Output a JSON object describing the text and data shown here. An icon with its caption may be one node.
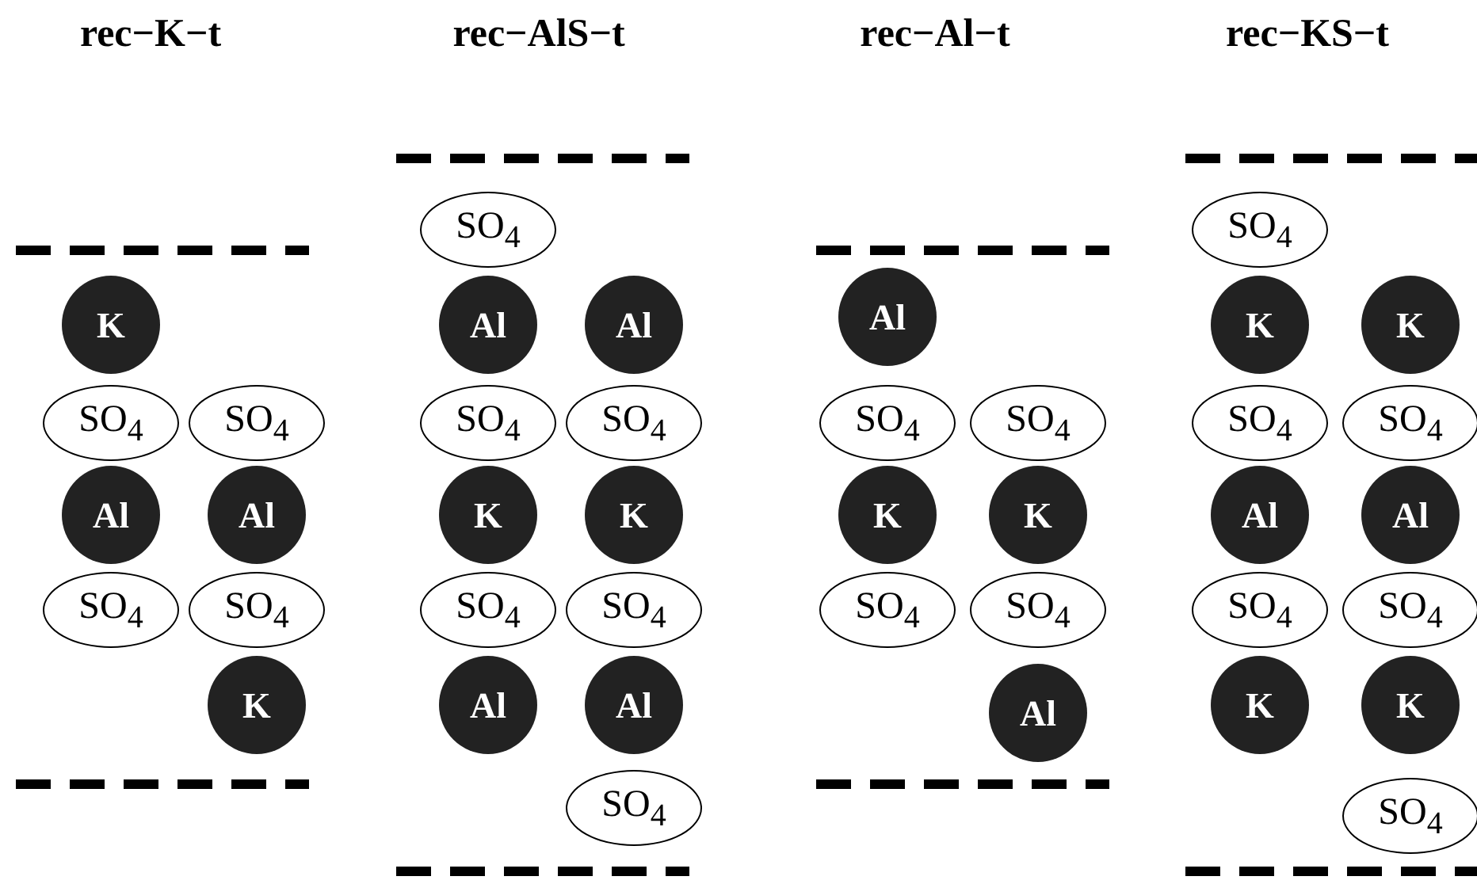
{
  "diagram": {
    "nodes": [
      {
        "text": [
          "K"
        ]
      },
      {
        "text": [
          "SO$_{4}$"
        ]
      },
      {
        "text": [
          "SO$_{4}$"
        ]
      },
      {
        "text": [
          "Al"
        ]
      },
      {
        "text": [
          "Al"
        ]
      },
      {
        "text": [
          "SO$_{4}$"
        ]
      },
      {
        "text": [
          "SO$_{4}$"
        ]
      },
      {
        "text": [
          "K"
        ]
      },
      {
        "text": [
          "SO$_{4}$"
        ]
      },
      {
        "text": [
          "Al"
        ]
      },
      {
        "text": [
          "Al"
        ]
      },
      {
        "text": [
          "SO$_{4}$"
        ]
      },
      {
        "text": [
          "SO$_{4}$"
        ]
      },
      {
        "text": [
          "K"
        ]
      },
      {
        "text": [
          "K"
        ]
      },
      {
        "text": [
          "SO$_{4}$"
        ]
      },
      {
        "text": [
          "SO$_{4}$"
        ]
      },
      {
        "text": [
          "Al"
        ]
      },
      {
        "text": [
          "Al"
        ]
      },
      {
        "text": [
          "SO$_{4}$"
        ]
      },
      {
        "text": [
          "Al"
        ]
      },
      {
        "text": [
          "SO$_{4}$"
        ]
      },
      {
        "text": [
          "SO$_{4}$"
        ]
      },
      {
        "text": [
          "K"
        ]
      },
      {
        "text": [
          "K"
        ]
      },
      {
        "text": [
          "SO$_{4}$"
        ]
      },
      {
        "text": [
          "SO$_{4}$"
        ]
      },
      {
        "text": [
          "Al"
        ]
      },
      {
        "text": [
          "SO$_{4}$"
        ]
      },
      {
        "text": [
          "K"
        ]
      },
      {
        "text": [
          "K"
        ]
      },
      {
        "text": [
          "SO$_{4}$"
        ]
      },
      {
        "text": [
          "SO$_{4}$"
        ]
      },
      {
        "text": [
          "Al"
        ]
      },
      {
        "text": [
          "Al"
        ]
      },
      {
        "text": [
          "SO$_{4}$"
        ]
      },
      {
        "text": [
          "SO$_{4}$"
        ]
      },
      {
        "text": [
          "K"
        ]
      },
      {
        "text": [
          "K"
        ]
      },
      {
        "text": [
          "SO$_{4}$"
        ]
      }
    ],
    "labels": [
      "rec−K−t",
      "rec−AlS−t",
      "rec−Al−t",
      "rec−KS−t"
    ]
  }
}
